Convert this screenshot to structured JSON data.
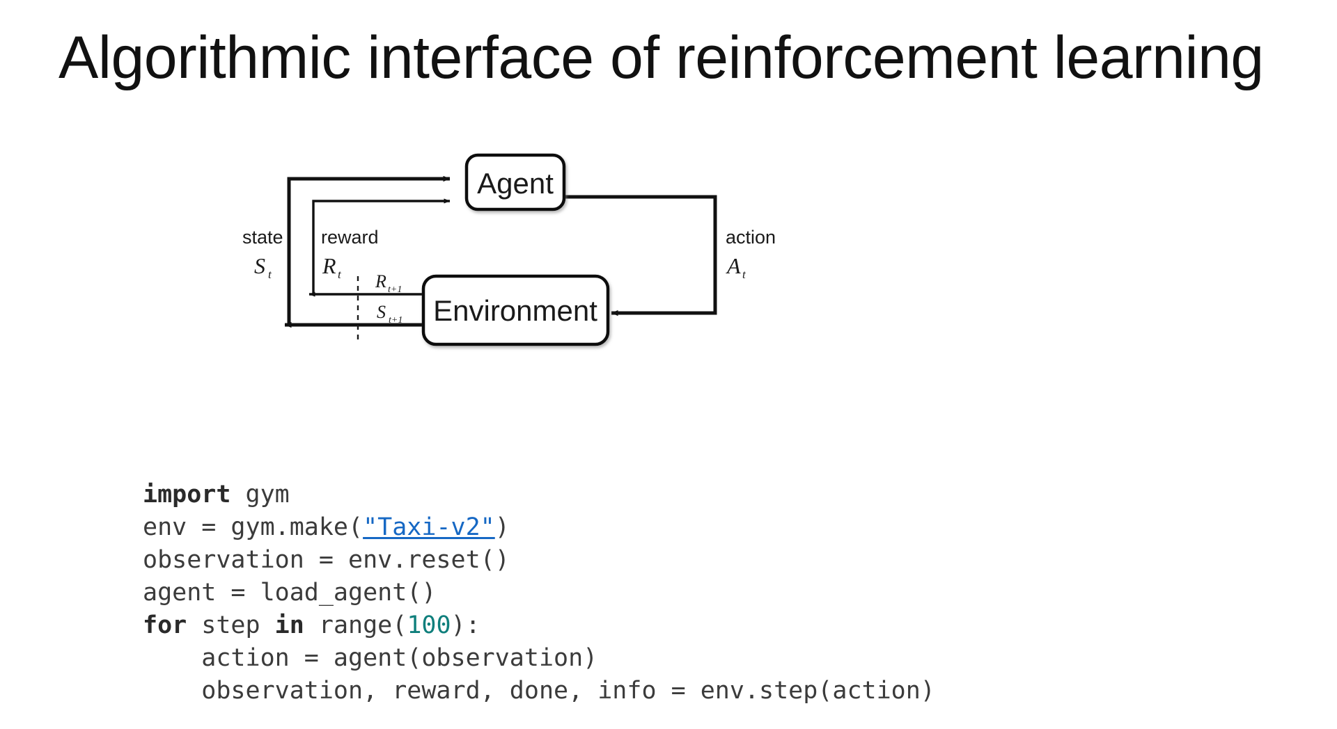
{
  "slide": {
    "title": "Algorithmic interface of reinforcement learning",
    "background_color": "#ffffff",
    "title_color": "#111111"
  },
  "diagram": {
    "name": "reinforcement-learning-agent-environment-loop",
    "nodes": [
      {
        "id": "agent",
        "label": "Agent"
      },
      {
        "id": "environment",
        "label": "Environment"
      }
    ],
    "edge_labels": {
      "state_word": "state",
      "state_symbol": "S",
      "state_subscript": "t",
      "reward_word": "reward",
      "reward_symbol": "R",
      "reward_subscript": "t",
      "action_word": "action",
      "action_symbol": "A",
      "action_subscript": "t",
      "next_reward_symbol": "R",
      "next_reward_subscript": "t+1",
      "next_state_symbol": "S",
      "next_state_subscript": "t+1"
    },
    "stroke_color": "#111111"
  },
  "code": {
    "language": "python",
    "text_color": "#3b3b3b",
    "keyword_color": "#2a2a2a",
    "number_color": "#0f7f7c",
    "link_color": "#1668c4",
    "lines": [
      {
        "id": "l1",
        "tokens": [
          {
            "t": "import",
            "k": "kw"
          },
          {
            "t": " gym",
            "k": ""
          }
        ]
      },
      {
        "id": "l2",
        "tokens": [
          {
            "t": "env = gym.make(",
            "k": ""
          },
          {
            "t": "\"Taxi-v2\"",
            "k": "lnk"
          },
          {
            "t": ")",
            "k": ""
          }
        ]
      },
      {
        "id": "l3",
        "tokens": [
          {
            "t": "observation = env.reset()",
            "k": ""
          }
        ]
      },
      {
        "id": "l4",
        "tokens": [
          {
            "t": "agent = load_agent()",
            "k": ""
          }
        ]
      },
      {
        "id": "l5",
        "tokens": [
          {
            "t": "for",
            "k": "kw"
          },
          {
            "t": " step ",
            "k": ""
          },
          {
            "t": "in",
            "k": "kw"
          },
          {
            "t": " range(",
            "k": ""
          },
          {
            "t": "100",
            "k": "num"
          },
          {
            "t": "):",
            "k": ""
          }
        ]
      },
      {
        "id": "l6",
        "tokens": [
          {
            "t": "    action = agent(observation)",
            "k": ""
          }
        ]
      },
      {
        "id": "l7",
        "tokens": [
          {
            "t": "    observation, reward, done, info = env.step(action)",
            "k": ""
          }
        ]
      }
    ]
  }
}
